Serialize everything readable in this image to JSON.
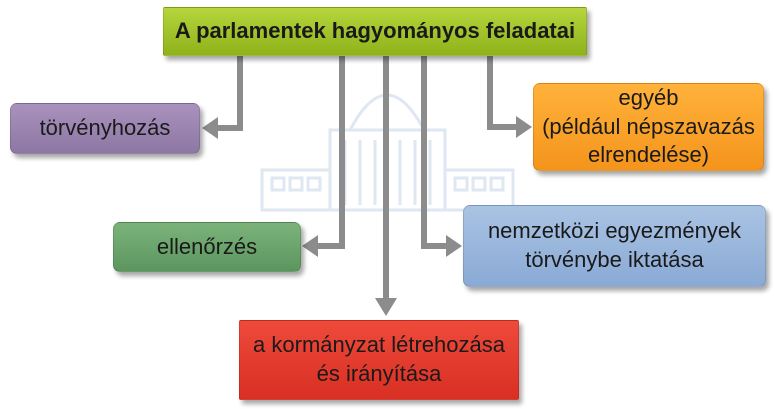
{
  "title": "A parlamentek hagyományos feladatai",
  "boxes": {
    "legislation": "törvényhozás",
    "control": "ellenőrzés",
    "government": {
      "line1": "a kormányzat létrehozása",
      "line2": "és irányítása"
    },
    "other": {
      "line1": "egyéb",
      "line2": "(például népszavazás",
      "line3": "elrendelése)"
    },
    "treaties": {
      "line1": "nemzetközi egyezmények",
      "line2": "törvénybe iktatása"
    }
  },
  "colors": {
    "title": "#9dbf27",
    "legislation": "#9b84b0",
    "control": "#6aa56c",
    "government": "#e53a2e",
    "other": "#fba12a",
    "treaties": "#97b5dd",
    "arrow": "#8c8c8c"
  },
  "watermark": {
    "icon": "parliament-building-icon"
  }
}
